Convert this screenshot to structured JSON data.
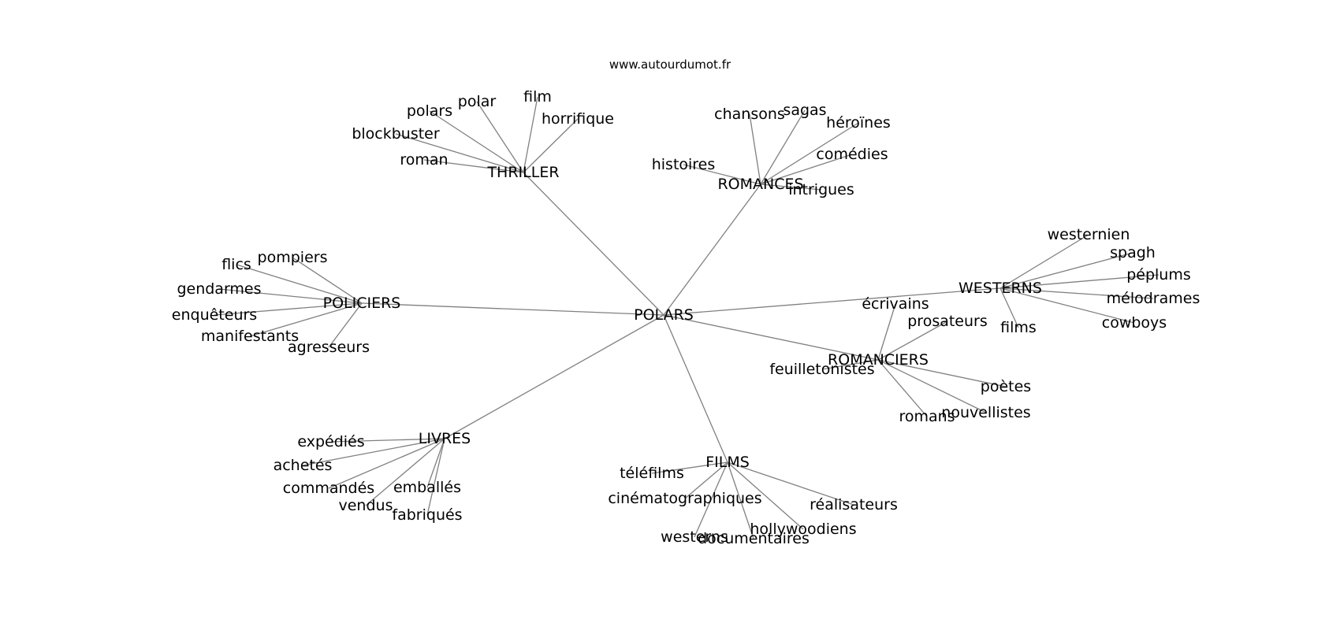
{
  "source": "www.autourdumot.fr",
  "colors": {
    "edge": "#808080",
    "text": "#000000",
    "background": "#ffffff"
  },
  "root": "POLARS",
  "clusters": [
    {
      "label": "THRILLER",
      "words": [
        "polar",
        "film",
        "polars",
        "horrifique",
        "blockbuster",
        "roman"
      ]
    },
    {
      "label": "ROMANCES",
      "words": [
        "chansons",
        "sagas",
        "héroïnes",
        "comédies",
        "histoires",
        "intrigues"
      ]
    },
    {
      "label": "POLICIERS",
      "words": [
        "pompiers",
        "flics",
        "gendarmes",
        "enquêteurs",
        "manifestants",
        "agresseurs"
      ]
    },
    {
      "label": "WESTERNS",
      "words": [
        "westernien",
        "spagh",
        "péplums",
        "mélodrames",
        "films",
        "cowboys"
      ]
    },
    {
      "label": "ROMANCIERS",
      "words": [
        "écrivains",
        "prosateurs",
        "feuilletonistes",
        "poètes",
        "nouvellistes",
        "romans"
      ]
    },
    {
      "label": "LIVRES",
      "words": [
        "expédiés",
        "achetés",
        "commandés",
        "emballés",
        "vendus",
        "fabriqués"
      ]
    },
    {
      "label": "FILMS",
      "words": [
        "téléfilms",
        "cinématographiques",
        "réalisateurs",
        "hollywoodiens",
        "westerns",
        "documentaires"
      ]
    }
  ]
}
